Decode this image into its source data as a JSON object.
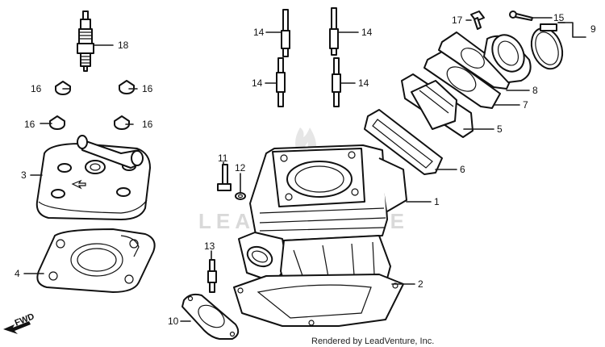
{
  "watermark": "LEADVENTURE",
  "credit": "Rendered by LeadVenture, Inc.",
  "direction_label": "FWD",
  "callouts": [
    "1",
    "2",
    "3",
    "4",
    "5",
    "6",
    "7",
    "8",
    "9",
    "10",
    "11",
    "12",
    "13",
    "14",
    "15",
    "16",
    "17",
    "18"
  ],
  "callout_labels": {
    "c1": "1",
    "c2": "2",
    "c3": "3",
    "c4": "4",
    "c5": "5",
    "c6": "6",
    "c7": "7",
    "c8": "8",
    "c9": "9",
    "c10": "10",
    "c11": "11",
    "c12": "12",
    "c13": "13",
    "c14a": "14",
    "c14b": "14",
    "c14c": "14",
    "c14d": "14",
    "c15": "15",
    "c16a": "16",
    "c16b": "16",
    "c16c": "16",
    "c16d": "16",
    "c17": "17",
    "c18": "18"
  }
}
